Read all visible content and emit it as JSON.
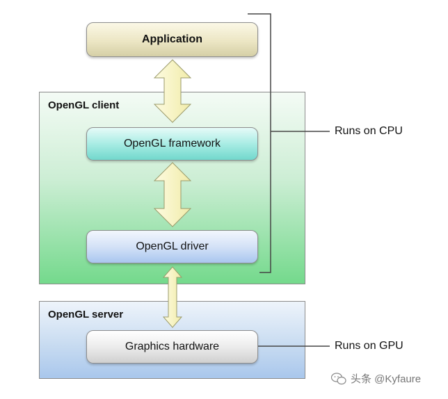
{
  "panels": {
    "client_title": "OpenGL client",
    "server_title": "OpenGL server"
  },
  "boxes": {
    "application": "Application",
    "framework": "OpenGL framework",
    "driver": "OpenGL driver",
    "hardware": "Graphics hardware"
  },
  "labels": {
    "cpu": "Runs on CPU",
    "gpu": "Runs on GPU"
  },
  "watermark": {
    "text": "头条 @Kyfaure"
  },
  "colors": {
    "arrow_fill": "#fbf8c6",
    "arrow_stroke": "#9a9a6a",
    "client_panel_bottom": "#74d98c",
    "server_panel_bottom": "#a9c7ec",
    "framework_box": "#72d8cd",
    "application_box": "#d5cfa6"
  },
  "icons": {
    "arrows": "double-headed-vertical-arrow",
    "watermark": "wechat-icon"
  }
}
